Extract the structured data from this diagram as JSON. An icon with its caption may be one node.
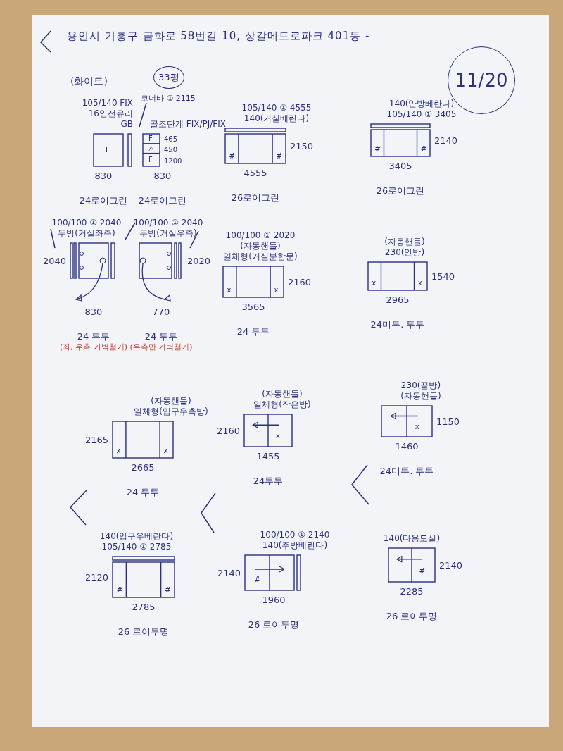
{
  "diagram": {
    "title": "용인시 기흥구 금화로 58번길 10, 상갈메트로파크 401동 -",
    "nodes": [
      {
        "text": [
          "F"
        ],
        "beside": [
          "105/140 FIX",
          "16안전유리",
          "GB",
          "830",
          "24로이그린"
        ]
      },
      {
        "text": [
          "F",
          "△",
          "F"
        ],
        "beside": [
          "골조단계 FIX/PJ/FIX",
          "465",
          "450",
          "1200",
          "830",
          "24로이그린"
        ]
      },
      {
        "text": [
          "#",
          "#"
        ],
        "beside": [
          "105/140 ① 4555",
          "140(거실베란다)",
          "2150",
          "4555",
          "26로이그린"
        ]
      },
      {
        "text": [
          "#",
          "#"
        ],
        "beside": [
          "140(안방베란다)",
          "105/140 ① 3405",
          "2140",
          "3405",
          "26로이그린"
        ]
      },
      {
        "text": [],
        "shape": "box",
        "beside": [
          "100/100 ① 2040",
          "두방(거실좌측)",
          "2040",
          "830",
          "24 투투",
          "(좌, 우측 가벽철거)"
        ]
      },
      {
        "text": [],
        "shape": "box",
        "beside": [
          "100/100 ① 2040",
          "두방(거실우측)",
          "2020",
          "770",
          "24 투투",
          "(우측만 가벽철거)"
        ]
      },
      {
        "text": [
          "x",
          "x"
        ],
        "beside": [
          "100/100 ① 2020",
          "(자동핸들)",
          "일체형(거실분합문)",
          "2160",
          "3565",
          "24 투투"
        ]
      },
      {
        "text": [
          "x",
          "x"
        ],
        "beside": [
          "(자동핸들)",
          "230(안방)",
          "1540",
          "2965",
          "24미투. 투투"
        ]
      },
      {
        "text": [
          "x",
          "x"
        ],
        "beside": [
          "(자동핸들)",
          "일체형(입구우측방)",
          "2165",
          "2665",
          "24 투투"
        ]
      },
      {
        "text": [
          "x"
        ],
        "beside": [
          "(자동핸들)",
          "일체형(작은방)",
          "2160",
          "1455",
          "24투투"
        ]
      },
      {
        "text": [
          "x"
        ],
        "beside": [
          "230(끝방)",
          "(자동핸들)",
          "1150",
          "1460",
          "24미투. 투투"
        ]
      },
      {
        "text": [
          "#",
          "#"
        ],
        "beside": [
          "140(입구우베란다)",
          "105/140 ① 2785",
          "2120",
          "2785",
          "26 로이투명"
        ]
      },
      {
        "text": [
          "#"
        ],
        "beside": [
          "100/100 ① 2140",
          "140(주방베란다)",
          "2140",
          "1960",
          "26 로이투명"
        ]
      },
      {
        "text": [
          "#"
        ],
        "beside": [
          "140(다용도실)",
          "2140",
          "2285",
          "26 로이투명"
        ]
      }
    ],
    "labels": [
      "(화이트)",
      "33평",
      "11/20",
      "코너바 ① 2115"
    ]
  }
}
